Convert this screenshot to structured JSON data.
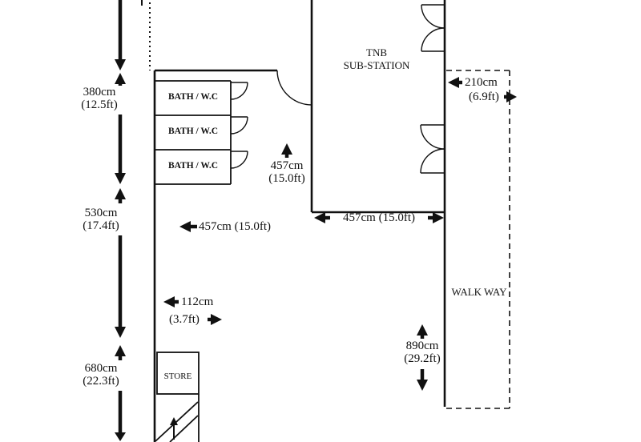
{
  "labels": {
    "substation": {
      "line1": "TNB",
      "line2": "SUB-STATION"
    },
    "bath1": "BATH / W.C",
    "bath2": "BATH / W.C",
    "bath3": "BATH / W.C",
    "store": "STORE",
    "walkway": "WALK WAY"
  },
  "dims": {
    "d380": {
      "cm": "380cm",
      "ft": "(12.5ft)"
    },
    "d530": {
      "cm": "530cm",
      "ft": "(17.4ft)"
    },
    "d680": {
      "cm": "680cm",
      "ft": "(22.3ft)"
    },
    "d457v": {
      "cm": "457cm",
      "ft": "(15.0ft)"
    },
    "d457_left": "457cm (15.0ft)",
    "d457_right": "457cm (15.0ft)",
    "d112": {
      "cm": "112cm",
      "ft": "(3.7ft)"
    },
    "d210": {
      "cm": "210cm",
      "ft": "(6.9ft)"
    },
    "d890": {
      "cm": "890cm",
      "ft": "(29.2ft)"
    }
  }
}
